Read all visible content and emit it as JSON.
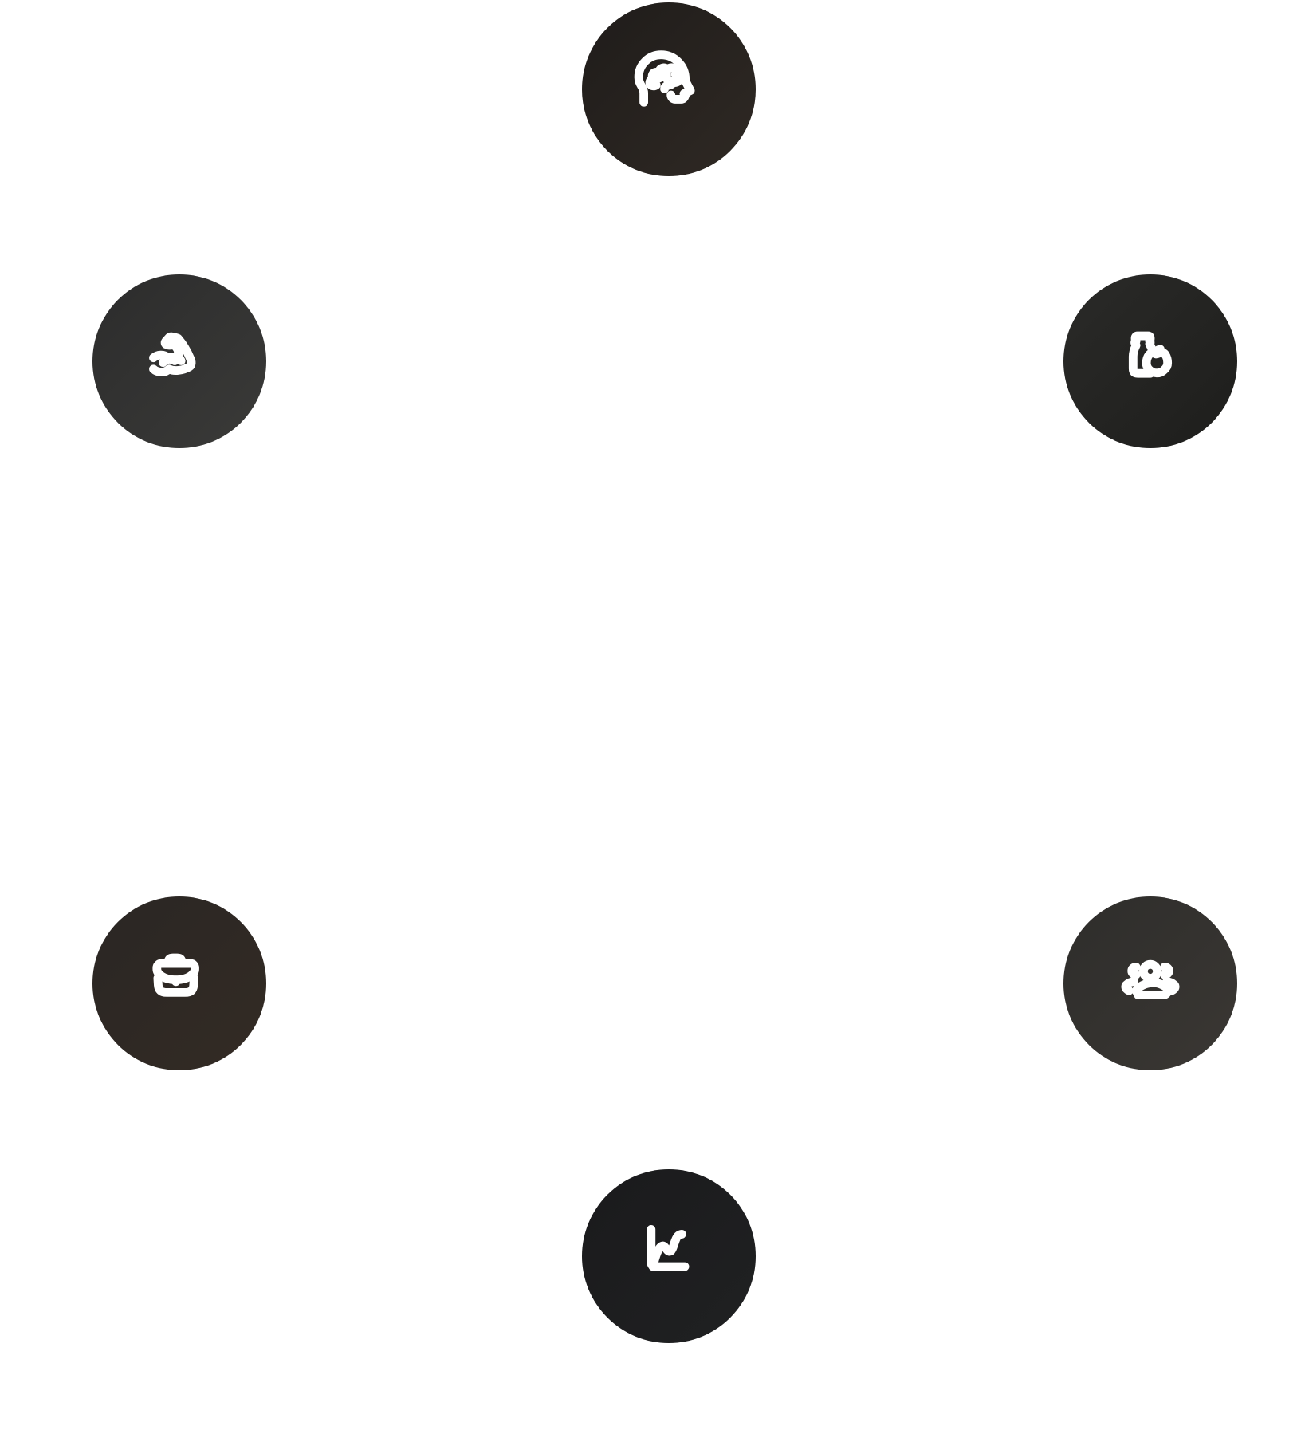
{
  "nodes": [
    {
      "id": "mind",
      "icon": "head-brain-icon",
      "color_from": "#1f1c1a",
      "color_to": "#2f2924"
    },
    {
      "id": "strength",
      "icon": "flexed-bicep-icon",
      "color_from": "#2c2c2c",
      "color_to": "#3a3a38"
    },
    {
      "id": "nutrition",
      "icon": "bottle-apple-icon",
      "color_from": "#2a2a28",
      "color_to": "#1e1e1c"
    },
    {
      "id": "work",
      "icon": "briefcase-icon",
      "color_from": "#2a2624",
      "color_to": "#332b24"
    },
    {
      "id": "social",
      "icon": "user-group-icon",
      "color_from": "#2e2d2b",
      "color_to": "#3a3733"
    },
    {
      "id": "growth",
      "icon": "growth-chart-icon",
      "color_from": "#1a1a1c",
      "color_to": "#202122"
    }
  ]
}
